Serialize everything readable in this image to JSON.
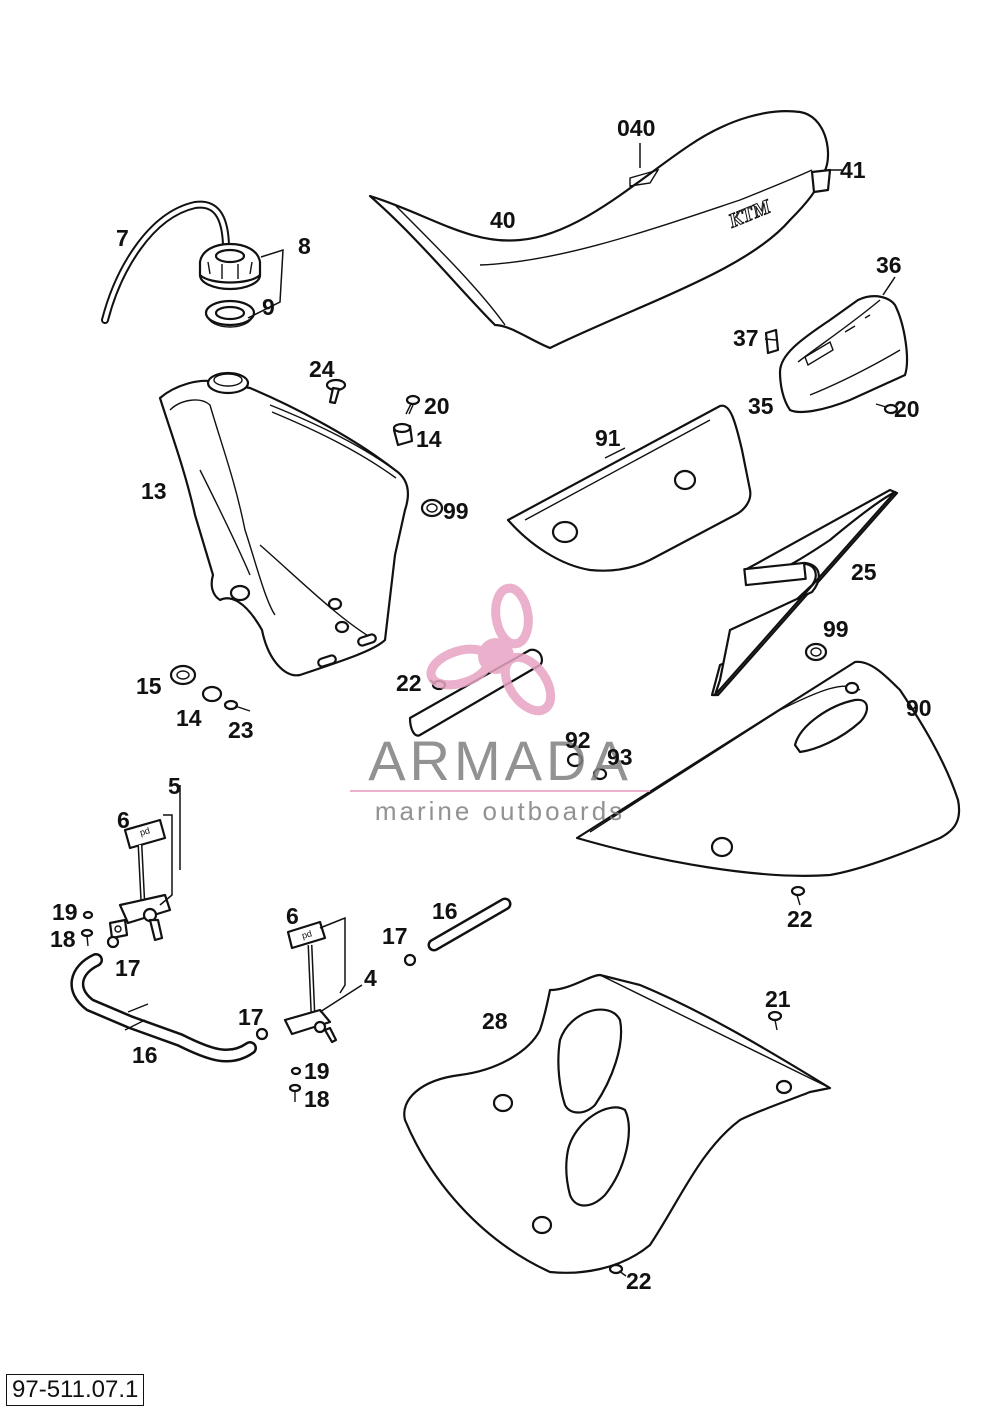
{
  "labels": {
    "l040": "040",
    "l41": "41",
    "l40": "40",
    "l7": "7",
    "l8": "8",
    "l9": "9",
    "l36": "36",
    "l37": "37",
    "l35": "35",
    "l20a": "20",
    "l20b": "20",
    "l24": "24",
    "l14a": "14",
    "l13": "13",
    "l91": "91",
    "l99a": "99",
    "l25": "25",
    "l99b": "99",
    "l90": "90",
    "l15": "15",
    "l14b": "14",
    "l23": "23",
    "l22a": "22",
    "l92": "92",
    "l93": "93",
    "l5": "5",
    "l6a": "6",
    "l22b": "22",
    "l19a": "19",
    "l18a": "18",
    "l17a": "17",
    "l16a": "16",
    "l6b": "6",
    "l17b": "17",
    "l4": "4",
    "l17c": "17",
    "l16b": "16",
    "l19b": "19",
    "l18b": "18",
    "l28": "28",
    "l21": "21",
    "l22c": "22"
  },
  "seat_logo": "KTM",
  "watermark": {
    "brand": "ARMADA",
    "tagline": "marine outboards",
    "accent_color": "#e8a3c4",
    "text_color": "#808080"
  },
  "doc_id": "97-511.07.1"
}
